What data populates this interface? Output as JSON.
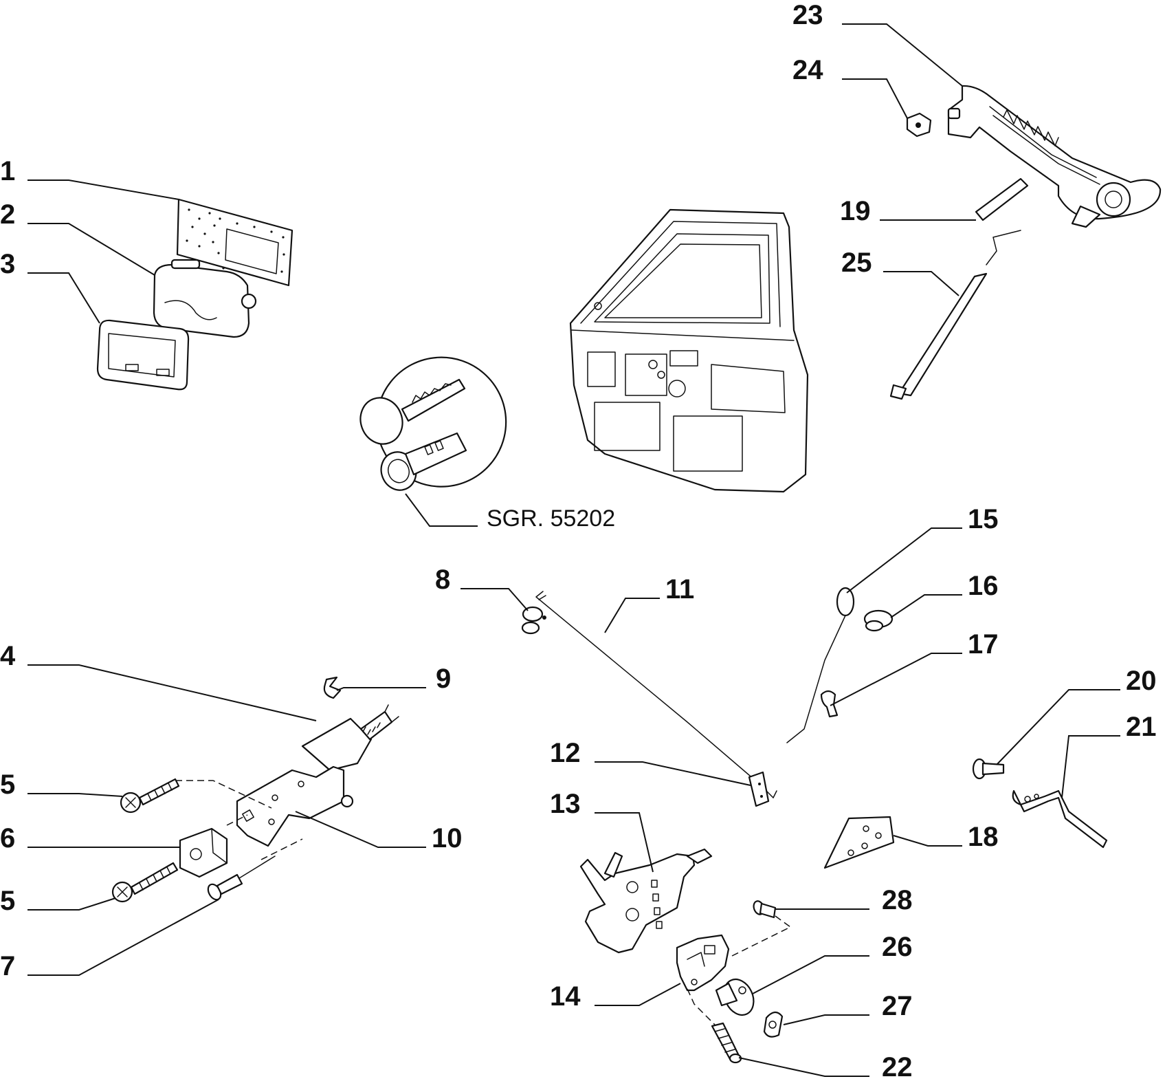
{
  "callouts": [
    {
      "id": "1",
      "text": "1"
    },
    {
      "id": "2",
      "text": "2"
    },
    {
      "id": "3",
      "text": "3"
    },
    {
      "id": "4",
      "text": "4"
    },
    {
      "id": "5a",
      "text": "5"
    },
    {
      "id": "6",
      "text": "6"
    },
    {
      "id": "5b",
      "text": "5"
    },
    {
      "id": "7",
      "text": "7"
    },
    {
      "id": "8",
      "text": "8"
    },
    {
      "id": "9",
      "text": "9"
    },
    {
      "id": "10",
      "text": "10"
    },
    {
      "id": "11",
      "text": "11"
    },
    {
      "id": "12",
      "text": "12"
    },
    {
      "id": "13",
      "text": "13"
    },
    {
      "id": "14",
      "text": "14"
    },
    {
      "id": "15",
      "text": "15"
    },
    {
      "id": "16",
      "text": "16"
    },
    {
      "id": "17",
      "text": "17"
    },
    {
      "id": "18",
      "text": "18"
    },
    {
      "id": "19",
      "text": "19"
    },
    {
      "id": "20",
      "text": "20"
    },
    {
      "id": "21",
      "text": "21"
    },
    {
      "id": "22",
      "text": "22"
    },
    {
      "id": "23",
      "text": "23"
    },
    {
      "id": "24",
      "text": "24"
    },
    {
      "id": "25",
      "text": "25"
    },
    {
      "id": "26",
      "text": "26"
    },
    {
      "id": "27",
      "text": "27"
    },
    {
      "id": "28",
      "text": "28"
    }
  ],
  "reference": {
    "text": "SGR. 55202"
  }
}
